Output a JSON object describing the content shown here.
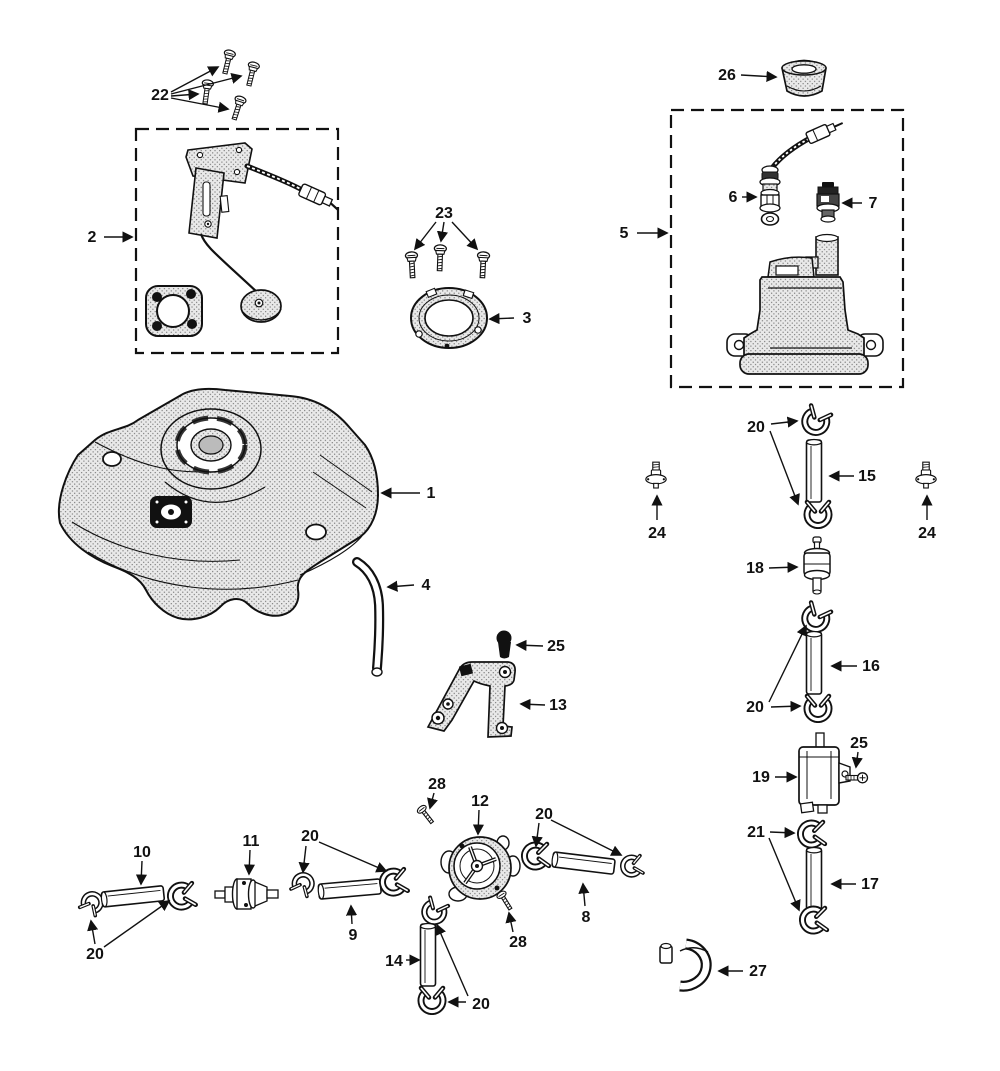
{
  "callouts": {
    "k1": "1",
    "k2": "2",
    "k3": "3",
    "k4": "4",
    "k5": "5",
    "k6": "6",
    "k7": "7",
    "k8": "8",
    "k9": "9",
    "k10": "10",
    "k11": "11",
    "k12": "12",
    "k13": "13",
    "k14": "14",
    "k15": "15",
    "k16": "16",
    "k17": "17",
    "k18": "18",
    "k19": "19",
    "k20a": "20",
    "k20b": "20",
    "k20c": "20",
    "k20d": "20",
    "k20e": "20",
    "k20f": "20",
    "k21": "21",
    "k22": "22",
    "k23": "23",
    "k24a": "24",
    "k24b": "24",
    "k25a": "25",
    "k25b": "25",
    "k26": "26",
    "k27": "27",
    "k28a": "28",
    "k28b": "28"
  },
  "colors": {
    "background": "#ffffff",
    "line": "#111111",
    "stipple": "#e8e8e8",
    "black_fill": "#111111"
  }
}
